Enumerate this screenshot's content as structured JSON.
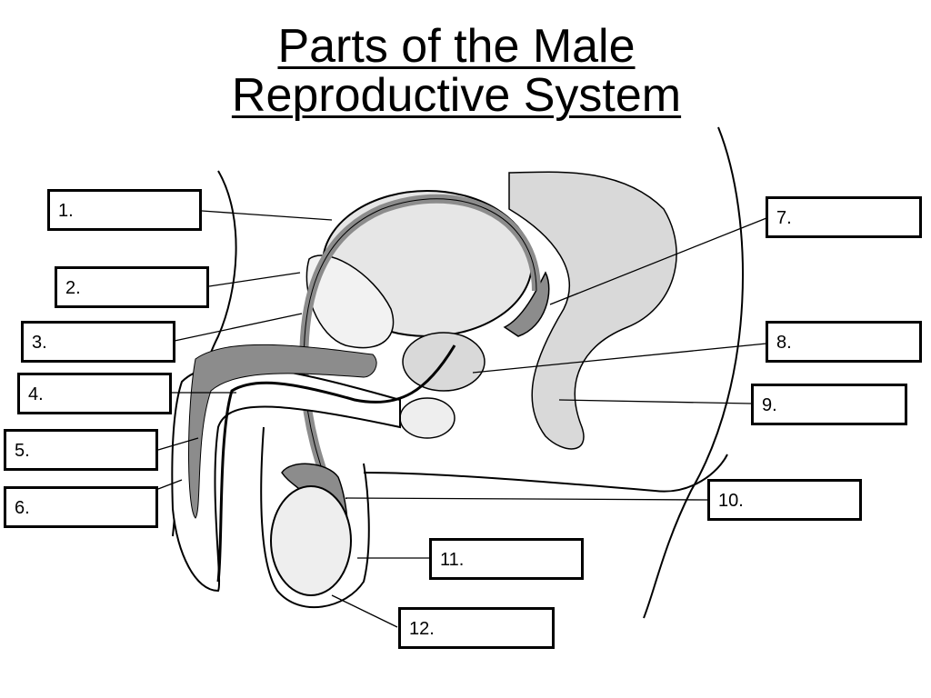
{
  "title": {
    "line1": "Parts of the Male",
    "line2": "Reproductive System"
  },
  "labels": [
    "1.",
    "2.",
    "3.",
    "4.",
    "5.",
    "6.",
    "7.",
    "8.",
    "9.",
    "10.",
    "11.",
    "12."
  ],
  "colors": {
    "outline": "#000000",
    "organ_fill": "#e6e6e6",
    "duct_fill": "#8c8c8c",
    "tissue_fill": "#d9d9d9"
  }
}
